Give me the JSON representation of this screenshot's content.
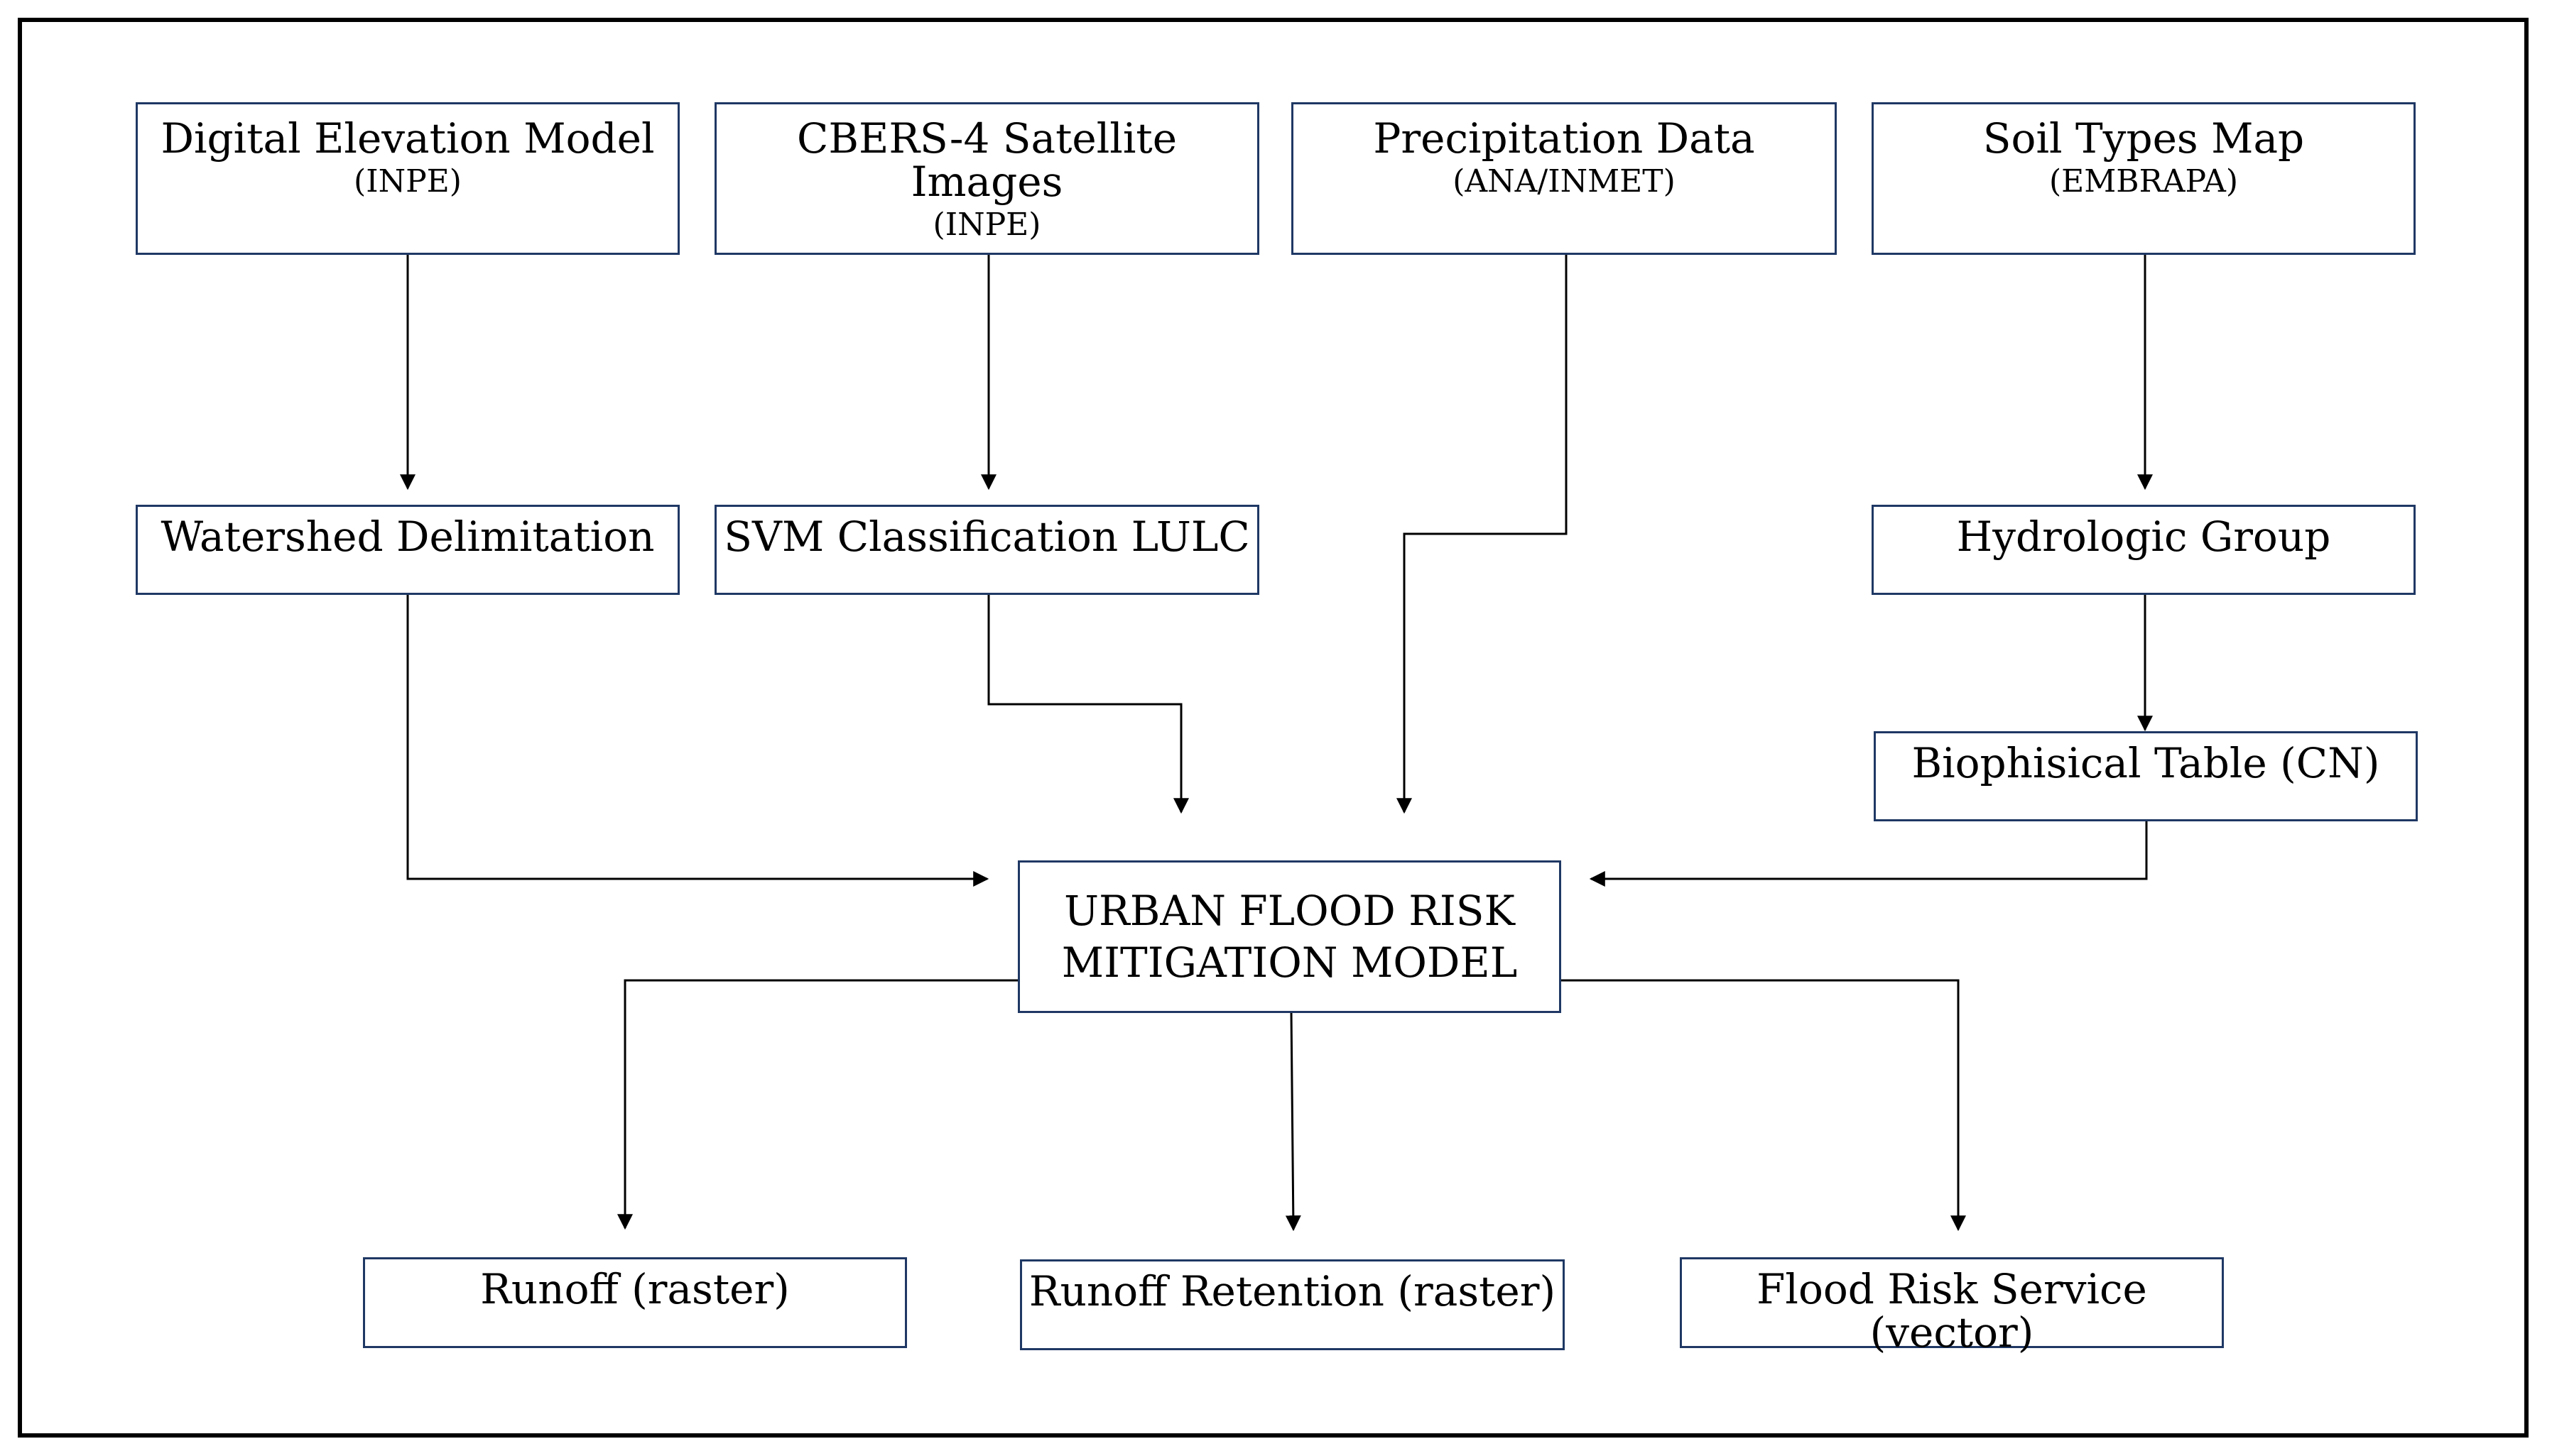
{
  "inputs": [
    {
      "title": "Digital Elevation Model",
      "source": "(INPE)"
    },
    {
      "title": "CBERS-4 Satellite Images",
      "source": "(INPE)"
    },
    {
      "title": "Precipitation Data",
      "source": "(ANA/INMET)"
    },
    {
      "title": "Soil Types Map",
      "source": "(EMBRAPA)"
    }
  ],
  "processing": {
    "watershed": "Watershed Delimitation",
    "svm": "SVM Classification LULC",
    "hydrologic": "Hydrologic Group",
    "biophysical": "Biophisical Table (CN)"
  },
  "model": {
    "line1": "URBAN FLOOD RISK",
    "line2": "MITIGATION MODEL"
  },
  "outputs": {
    "runoff": "Runoff (raster)",
    "retention": "Runoff Retention (raster)",
    "service": "Flood Risk Service (vector)"
  },
  "colors": {
    "box_border": "#1f3864",
    "arrow": "#000000"
  }
}
